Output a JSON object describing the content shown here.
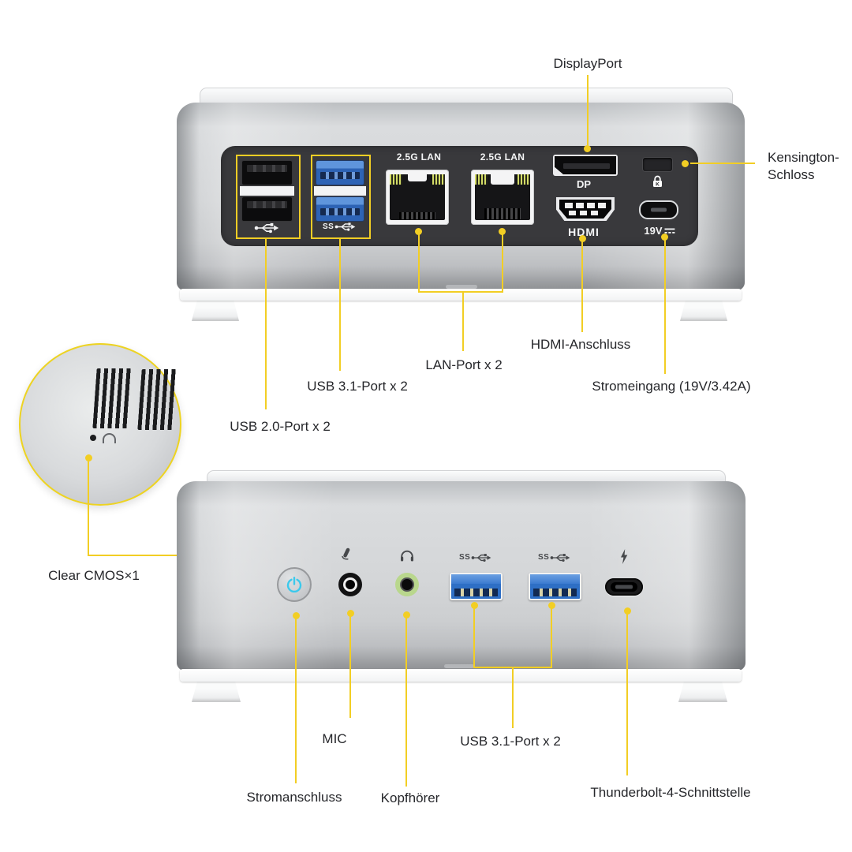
{
  "colors": {
    "accent": "#F2CE24",
    "label_text": "#26272B",
    "panel": "#39393C",
    "usb_blue": "#2E6FC5",
    "power_glyph": "#3CC9EC",
    "headphone_ring": "#B9D78D"
  },
  "back_view": {
    "callouts": {
      "displayport": "DisplayPort",
      "kensington_line1": "Kensington-",
      "kensington_line2": "Schloss",
      "hdmi": "HDMI-Anschluss",
      "lan": "LAN-Port x 2",
      "usb31": "USB 3.1-Port x 2",
      "usb20": "USB 2.0-Port x 2",
      "power_in": "Stromeingang (19V/3.42A)"
    },
    "panel_labels": {
      "lan1": "2.5G LAN",
      "lan2": "2.5G LAN",
      "dp": "DP",
      "hdmi": "HDMI",
      "power": "19V"
    }
  },
  "inset": {
    "label": "Clear CMOS×1"
  },
  "front_view": {
    "callouts": {
      "power": "Stromanschluss",
      "mic": "MIC",
      "headphone": "Kopfhörer",
      "usb31": "USB 3.1-Port x 2",
      "thunderbolt": "Thunderbolt-4-Schnittstelle"
    }
  },
  "icons": {
    "ss_label": "SS",
    "usb2": "usb-trident-icon",
    "usb3": "usb-superspeed-icon",
    "power_button": "power-icon",
    "mic": "microphone-icon",
    "headphone": "headphone-icon",
    "thunderbolt": "lightning-icon",
    "kensington": "lock-icon",
    "dc_power": "dc-voltage-icon"
  }
}
